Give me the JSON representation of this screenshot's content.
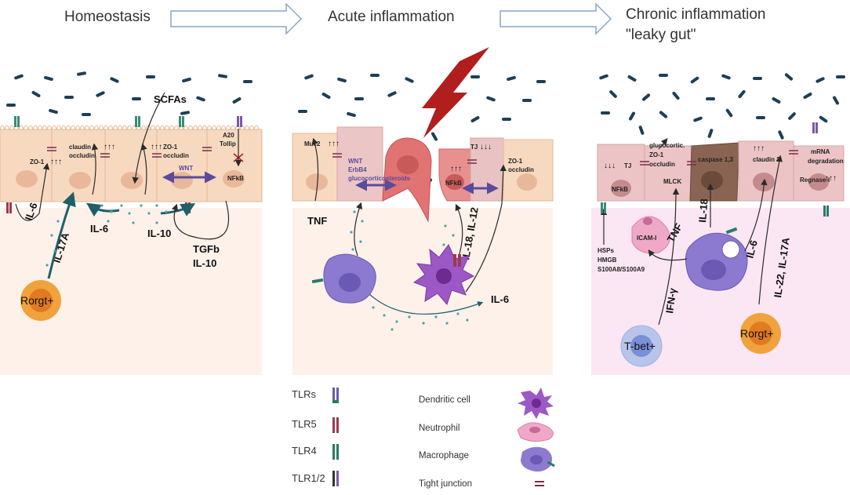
{
  "headers": {
    "homeostasis": "Homeostasis",
    "acute": "Acute inflammation",
    "chronic_line1": "Chronic inflammation",
    "chronic_line2": "\"leaky gut\""
  },
  "homeostasis": {
    "scfas": "SCFAs",
    "zo1_a": "ZO-1",
    "claudin1": "claudin 1",
    "occludin_a": "occludin",
    "zo1_b": "ZO-1",
    "occludin_b": "occludin",
    "wnt": "WNT",
    "a20": "A20",
    "tollip": "Tollip",
    "nfkb": "NFkB",
    "il6_left": "IL-6",
    "il17a": "IL-17A",
    "il6_mid": "IL-6",
    "il10_mid": "IL-10",
    "tgfb": "TGFb",
    "il10_right": "IL-10",
    "rorgt": "Rorgt+"
  },
  "acute": {
    "muc2": "Muc2",
    "wnt": "WNT",
    "erbb4": "ErbB4",
    "gluco": "glucocorticosteroids",
    "tj": "TJ",
    "nfkb": "NFkB",
    "zo1": "ZO-1",
    "occludin": "occludin",
    "tnf": "TNF",
    "il18_il12": "IL-18, IL-12",
    "il6": "IL-6"
  },
  "chronic": {
    "tj": "TJ",
    "nfkb": "NFkB",
    "glucocortic": "glucocortic.",
    "zo1": "ZO-1",
    "occludin": "occludin",
    "mlck": "MLCK",
    "caspase": "caspase 1,3",
    "claudin2": "claudin 2",
    "mrna": "mRNA",
    "degradation": "degradation",
    "regnase": "Regnase-I",
    "icam": "ICAM-I",
    "tnf": "TNF",
    "il18": "IL-18",
    "il6": "IL-6",
    "il22_il17a": "IL-22, IL-17A",
    "ifng": "IFN-γ",
    "hsps": "HSPs",
    "hmgb": "HMGB",
    "s100": "S100A8/S100A9",
    "tbet": "T-bet+",
    "rorgt": "Rorgt+"
  },
  "legend": {
    "tlrs": "TLRs",
    "tlr5": "TLR5",
    "tlr4": "TLR4",
    "tlr12": "TLR1/2",
    "dendritic": "Dendritic cell",
    "neutrophil": "Neutrophil",
    "macrophage": "Macrophage",
    "tight_junction": "Tight junction"
  },
  "colors": {
    "epithelium": "#f7d9c0",
    "lamina_homeo": "#fdf1ea",
    "lamina_chronic": "#fbe6f3",
    "bacteria": "#1d3f55",
    "lightning": "#b01e1e",
    "teal": "#1f5f6a",
    "purple": "#5b4b9c"
  }
}
